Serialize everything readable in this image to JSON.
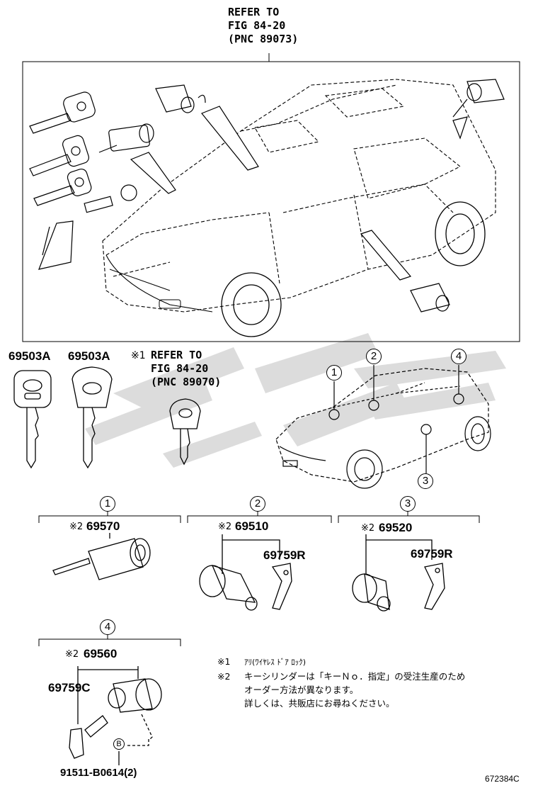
{
  "refer_top": [
    "REFER TO",
    "FIG 84-20",
    "(PNC 89073)"
  ],
  "key_labels": {
    "left": "69503A",
    "right": "69503A"
  },
  "refer_key": {
    "mark": "※1",
    "lines": [
      "REFER TO",
      "FIG 84-20",
      "(PNC 89070)"
    ]
  },
  "locations": [
    "1",
    "2",
    "3",
    "4"
  ],
  "groups": [
    {
      "id": "1",
      "mark": "※2",
      "part": "69570"
    },
    {
      "id": "2",
      "mark": "※2",
      "part": "69510",
      "sub": "69759R"
    },
    {
      "id": "3",
      "mark": "※2",
      "part": "69520",
      "sub": "69759R"
    },
    {
      "id": "4",
      "mark": "※2",
      "part": "69560",
      "sub": "69759C",
      "bolt_mark": "B",
      "bolt": "91511-B0614(2)"
    }
  ],
  "notes": {
    "n1_mark": "※1",
    "n1_text": "ｱﾘ(ﾜｲﾔﾚｽ ﾄﾞｱ ﾛｯｸ)",
    "n2_mark": "※2",
    "n2_line1": "キーシリンダーは「キーＮｏ．指定」の受注生産のため",
    "n2_line2": "オーダー方法が異なります。",
    "n2_line3": "詳しくは、共販店にお尋ねください。"
  },
  "figure_code": "672384C",
  "colors": {
    "line": "#000000",
    "watermark": "#d8d8d8"
  }
}
